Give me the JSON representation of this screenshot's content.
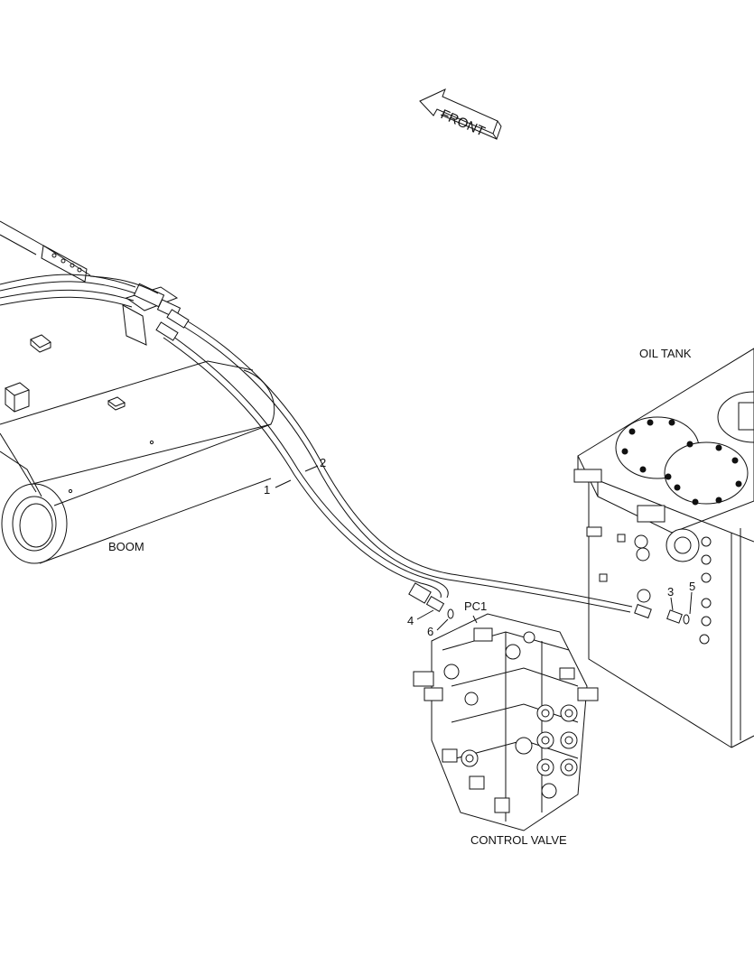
{
  "arrow": {
    "text": "FRONT"
  },
  "components": {
    "oil_tank": "OIL TANK",
    "boom": "BOOM",
    "control_valve": "CONTROL VALVE",
    "port": "PC1"
  },
  "callouts": {
    "c1": "1",
    "c2": "2",
    "c3": "3",
    "c4": "4",
    "c5": "5",
    "c6": "6"
  }
}
